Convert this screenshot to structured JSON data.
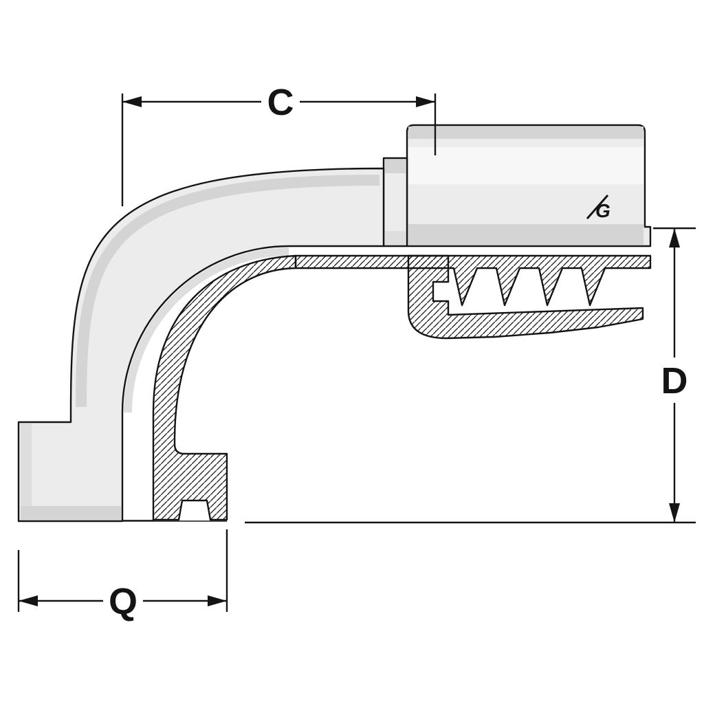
{
  "diagram": {
    "labels": {
      "c": "C",
      "d": "D",
      "q": "Q"
    },
    "logo": "G",
    "colors": {
      "body": "#ececec",
      "shade": "#d4d4d4",
      "shade_soft": "#dedede",
      "highlight": "#f7f7f7",
      "outline": "#141414",
      "arrow": "#141414",
      "background": "#ffffff"
    }
  }
}
